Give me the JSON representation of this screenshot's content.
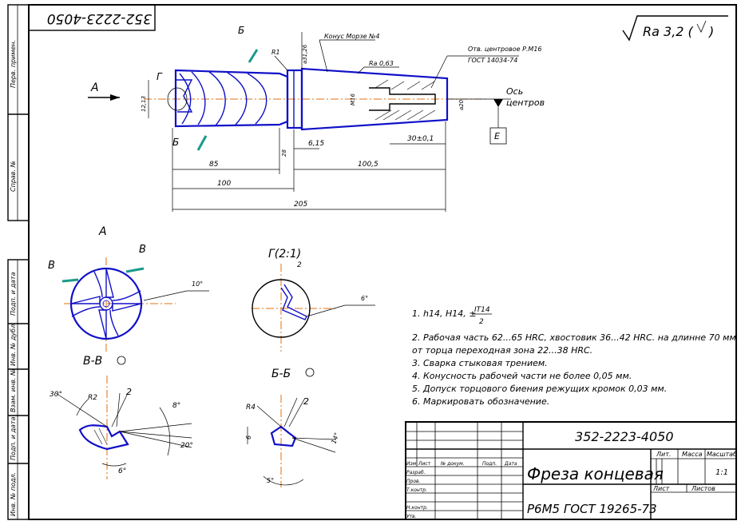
{
  "doc": {
    "number_top": "352-2223-4050",
    "roughness": "Ra 3,2 (",
    "left_strip": [
      "Перв. примен.",
      "Справ. №",
      "Подп. и дата",
      "Инв. № дубл.",
      "Взам. инв. №",
      "Подп. и дата",
      "Инв. № подл."
    ]
  },
  "main_view": {
    "label_b_top": "Б",
    "label_b_bottom": "Б",
    "label_g": "Г",
    "label_a": "А",
    "morse": "Конус Морзе №4",
    "ra063": "Ra 0,63",
    "center_hole_1": "Отв. центровое Р.М16",
    "center_hole_2": "ГОСТ 14034-74",
    "axis_1": "Ось",
    "axis_2": "центров",
    "datum": "Е",
    "r1": "R1",
    "d31": "⌀31,26",
    "d12": "12,13",
    "m16": "М16",
    "d20": "⌀20",
    "d28": "28",
    "len_85": "85",
    "len_100": "100",
    "len_205": "205",
    "len_1005": "100,5",
    "len_615": "6,15",
    "len_30": "30±0,1"
  },
  "view_a": {
    "title": "А",
    "label_v1": "В",
    "label_v2": "В",
    "angle": "10°"
  },
  "view_g": {
    "title": "Г(2:1)",
    "angle": "6°",
    "num": "2"
  },
  "section_vv": {
    "title": "В-В",
    "r": "R2",
    "num": "2",
    "a30": "30°",
    "a8": "8°",
    "a20": "20°",
    "a6": "6°"
  },
  "section_bb": {
    "title": "Б-Б",
    "r": "R4",
    "num": "2",
    "a14": "14°",
    "a5": "5°",
    "v6": "6"
  },
  "notes": {
    "n1": "1. h14, H14, ±",
    "n1_frac_top": "IT14",
    "n1_frac_bottom": "2",
    "n2a": "2. Рабочая часть 62...65 HRC, хвостовик 36...42 HRC. на длинне 70 мм",
    "n2b": "от торца переходная зона 22...38 HRC.",
    "n3": "3. Сварка стыковая трением.",
    "n4": "4. Конусность рабочей части не более 0,05 мм.",
    "n5": "5. Допуск торцового биения режущих кромок 0,03 мм.",
    "n6": "6. Маркировать обозначение."
  },
  "title_block": {
    "doc_number": "352-2223-4050",
    "name": "Фреза концевая",
    "material": "Р6М5 ГОСТ 19265-73",
    "lit": "Лит.",
    "mass": "Масса",
    "scale_h": "Масштаб",
    "scale": "1:1",
    "sheet": "Лист",
    "sheets": "Листов",
    "row_izm": "Изм",
    "row_list": "Лист",
    "row_doc": "№ докум.",
    "row_sign": "Подп.",
    "row_date": "Дата",
    "razrab": "Разраб.",
    "prov": "Пров.",
    "tkontr": "Т.контр.",
    "nkontr": "Н.контр.",
    "utv": "Утв."
  }
}
